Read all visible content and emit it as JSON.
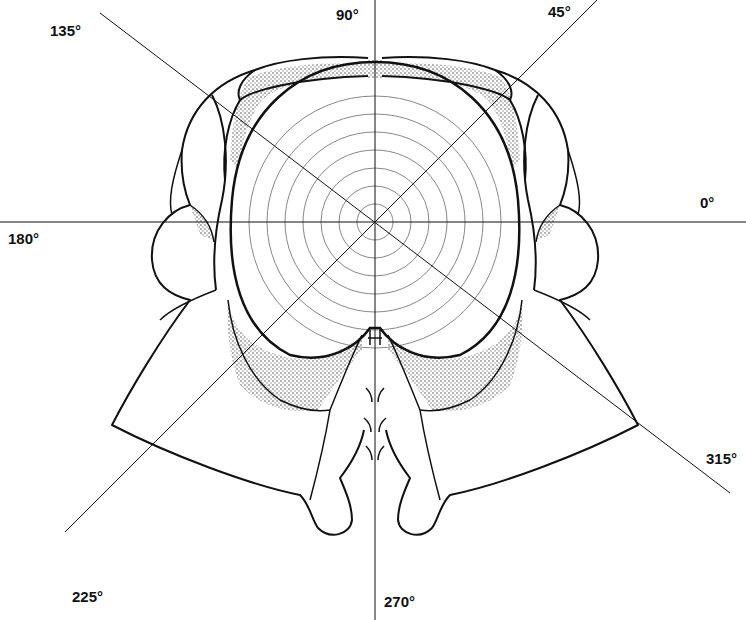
{
  "diagram": {
    "labels": [
      "90°",
      "45°",
      "135°",
      "0°",
      "180°",
      "225°",
      "270°",
      "315°"
    ]
  }
}
